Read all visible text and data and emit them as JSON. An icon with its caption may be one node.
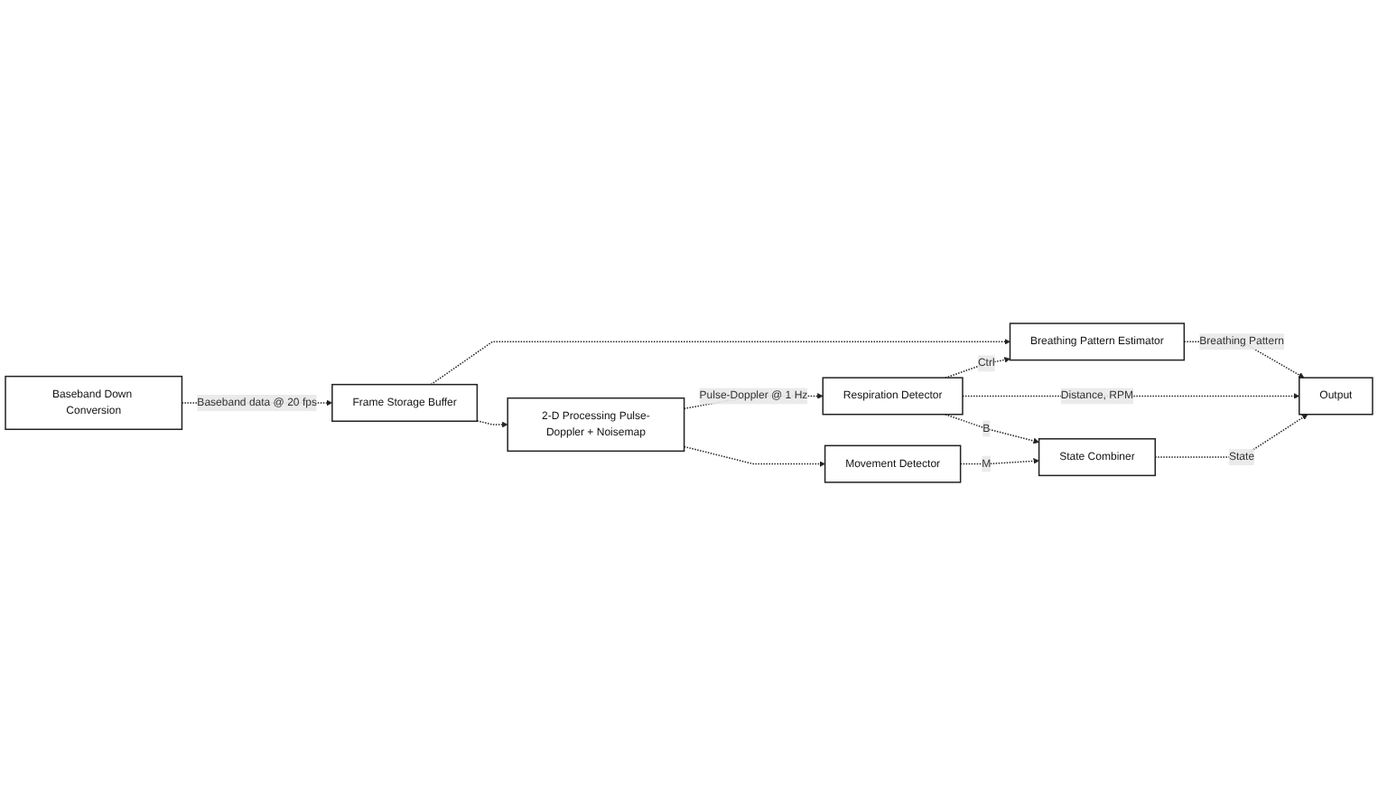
{
  "diagram": {
    "nodes": [
      {
        "text": [
          "Baseband Down Conversion"
        ]
      },
      {
        "text": [
          "Frame Storage Buffer"
        ]
      },
      {
        "text": [
          "2-D Processing Pulse-Doppler + Noisemap"
        ]
      },
      {
        "text": [
          "Breathing Pattern Estimator"
        ]
      },
      {
        "text": [
          "Output"
        ]
      },
      {
        "text": [
          "Respiration Detector"
        ]
      },
      {
        "text": [
          "State Combiner"
        ]
      },
      {
        "text": [
          "Movement Detector"
        ]
      }
    ],
    "edges": [
      {
        "from": 0,
        "to": 1,
        "arrow": "to",
        "label": "Baseband data @ 20 fps",
        "style": "dashed"
      },
      {
        "from": 1,
        "to": 2,
        "arrow": "to",
        "style": "dashed"
      },
      {
        "from": 1,
        "to": 3,
        "arrow": "to",
        "style": "dashed"
      },
      {
        "from": 3,
        "to": 4,
        "arrow": "to",
        "label": "Breathing Pattern",
        "style": "dashed"
      },
      {
        "from": 5,
        "to": 3,
        "arrow": "to",
        "label": "Ctrl",
        "style": "dashed"
      },
      {
        "from": 2,
        "to": 5,
        "arrow": "to",
        "label": "Pulse-Doppler @ 1 Hz",
        "style": "dashed"
      },
      {
        "from": 2,
        "to": 7,
        "arrow": "to",
        "style": "dashed"
      },
      {
        "from": 5,
        "to": 4,
        "arrow": "to",
        "label": "Distance, RPM",
        "style": "dashed"
      },
      {
        "from": 5,
        "to": 6,
        "arrow": "to",
        "label": "B",
        "style": "dashed"
      },
      {
        "from": 7,
        "to": 6,
        "arrow": "to",
        "label": "M",
        "style": "dashed"
      },
      {
        "from": 6,
        "to": 4,
        "arrow": "to",
        "label": "State",
        "style": "dashed"
      }
    ]
  }
}
